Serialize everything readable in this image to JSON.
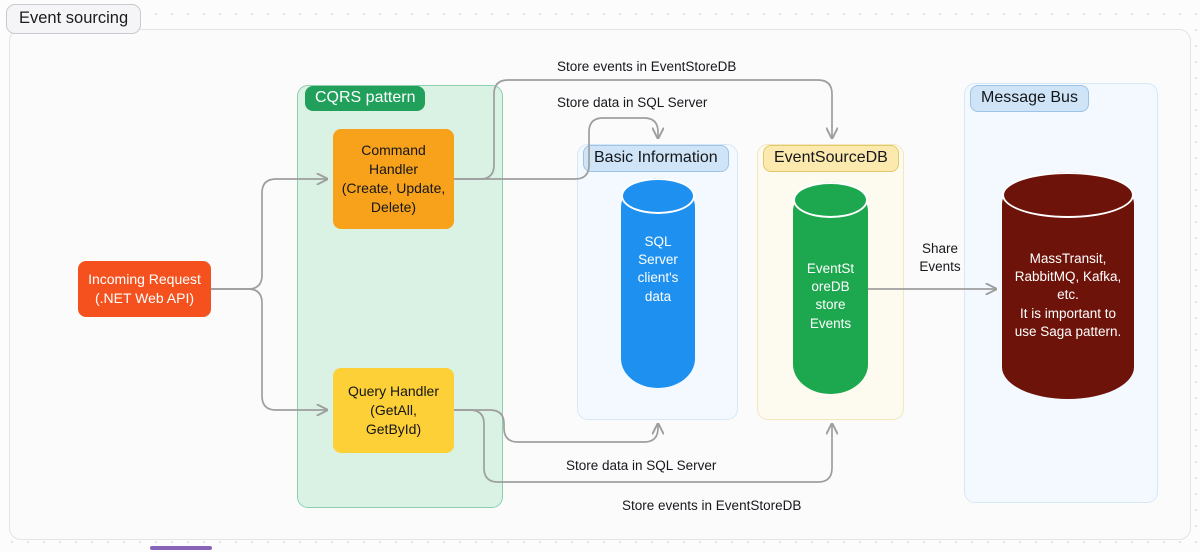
{
  "title_chip": {
    "label": "Event sourcing"
  },
  "groups": {
    "cqrs": {
      "label": "CQRS pattern",
      "fill": "#d9f2e4",
      "label_fill": "#20a05a"
    },
    "basic": {
      "label": "Basic Information",
      "fill": "#f3f9fe",
      "label_fill": "#cfe4f7"
    },
    "esdb": {
      "label": "EventSourceDB",
      "fill": "#fdfbef",
      "label_fill": "#fbe9ae"
    },
    "bus": {
      "label": "Message Bus",
      "fill": "#f3f9fe",
      "label_fill": "#cfe4f7"
    }
  },
  "nodes": {
    "request": {
      "label": "Incoming Request\n(.NET Web API)",
      "fill": "#f4511e",
      "text_color": "#ffffff"
    },
    "command": {
      "label": "Command\nHandler\n(Create, Update,\nDelete)",
      "fill": "#f8a21c",
      "text_color": "#14161a"
    },
    "query": {
      "label": "Query Handler\n(GetAll, GetById)",
      "fill": "#fdd037",
      "text_color": "#14161a"
    }
  },
  "cylinders": {
    "sql": {
      "label": "SQL\nServer\nclient's\ndata",
      "fill": "#1e90f0"
    },
    "esdb": {
      "label": "EventSt\noreDB\nstore\nEvents",
      "fill": "#1da84f"
    },
    "bus": {
      "label": "MassTransit,\nRabbitMQ,  Kafka,\netc.\nIt is important to\nuse Saga pattern.",
      "fill": "#6e1309"
    }
  },
  "edge_labels": {
    "top_store_events": "Store events in EventStoreDB",
    "top_store_data": "Store data in SQL Server",
    "bottom_store_data": "Store data in SQL Server",
    "bottom_store_events": "Store events in EventStoreDB",
    "share_events": "Share\nEvents"
  },
  "colors": {
    "connector": "#9e9e9e",
    "canvas": "#fbfbfc",
    "frame_border": "#e3e3e8"
  }
}
